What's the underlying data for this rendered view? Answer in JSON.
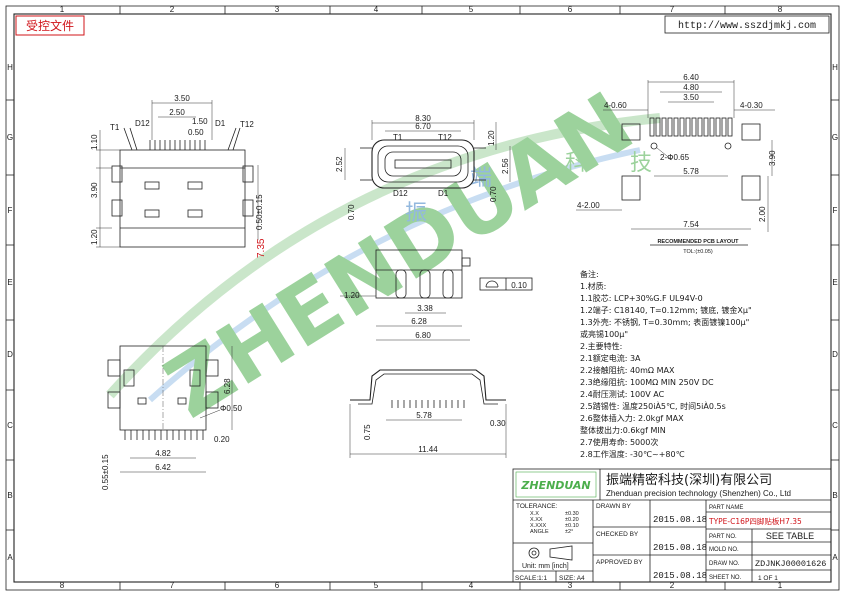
{
  "header": {
    "stamp": "受控文件",
    "url": "http://www.sszdjmkj.com"
  },
  "grid": {
    "top": [
      "1",
      "2",
      "3",
      "4",
      "5",
      "6",
      "7",
      "8"
    ],
    "bottom": [
      "8",
      "7",
      "6",
      "5",
      "4",
      "3",
      "2",
      "1"
    ],
    "left": [
      "H",
      "G",
      "F",
      "E",
      "D",
      "C",
      "B",
      "A"
    ],
    "right": [
      "H",
      "G",
      "F",
      "E",
      "D",
      "C",
      "B",
      "A"
    ]
  },
  "watermark": {
    "text": "ZHENDUAN",
    "cn": [
      "振",
      "端",
      "科",
      "技"
    ]
  },
  "side_view": {
    "dims": {
      "d350": "3.50",
      "d250": "2.50",
      "d150": "1.50",
      "d050": "0.50",
      "d110": "1.10",
      "d390": "3.90",
      "d120": "1.20",
      "d050b": "0.50±0.15",
      "d735": "7.35"
    },
    "labels": {
      "t1": "T1",
      "d12": "D12",
      "d1": "D1",
      "t12": "T12"
    }
  },
  "front_view": {
    "dims": {
      "d830": "8.30",
      "d670": "6.70",
      "d252": "2.52",
      "d120": "1.20",
      "d256": "2.56",
      "d070a": "0.70",
      "d070b": "0.70"
    },
    "labels": {
      "t1": "T1",
      "t12": "T12",
      "d12": "D12",
      "d1": "D1"
    }
  },
  "pcb_layout": {
    "dims": {
      "d640": "6.40",
      "d480": "4.80",
      "d350": "3.50",
      "d060": "4-0.60",
      "d030": "4-0.30",
      "d065": "2-Φ0.65",
      "d578": "5.78",
      "d390": "3.90",
      "d200a": "4-2.00",
      "d754": "7.54",
      "d200b": "2.00"
    },
    "title": "RECOMMENDED PCB LAYOUT",
    "tol": "TOL:(±0.05)"
  },
  "top_section": {
    "dims": {
      "d120": "1.20",
      "d338": "3.38",
      "d628": "6.28",
      "d680": "6.80",
      "flat": "0.10"
    }
  },
  "bottom_view": {
    "dims": {
      "d628": "6.28",
      "d050": "Φ0.50",
      "d020": "0.20",
      "d482": "4.82",
      "d642": "6.42",
      "d055": "0.55±0.15"
    }
  },
  "profile_view": {
    "dims": {
      "d578": "5.78",
      "d030": "0.30",
      "d075": "0.75",
      "d1144": "11.44"
    }
  },
  "notes": {
    "heading": "备注:",
    "lines": [
      "1.材质:",
      "1.1胶芯: LCP+30%G.F UL94V-0",
      "1.2端子: C18140, T=0.12mm; 镀底, 镀金Xμ\"",
      "1.3外壳: 不锈钢, T=0.30mm; 表面镀镍100μ\"",
      "      或亮锡100μ\"",
      "2.主要特性:",
      "2.1额定电流: 3A",
      "2.2接触阻抗: 40mΩ MAX",
      "2.3绝缘阻抗: 100MΩ MIN 250V DC",
      "2.4耐压测试: 100V AC",
      "2.5踏锡性: 温度250iÀ5℃, 时间5iÀ0.5s",
      "2.6整体插入力: 2.0kgf MAX",
      "      整体拔出力:0.6kgf MIN",
      "2.7使用寿命: 5000次",
      "2.8工作温度: -30℃~+80℃"
    ]
  },
  "title_block": {
    "logo": "ZHENDUAN",
    "company_cn": "振端精密科技(深圳)有限公司",
    "company_en": "Zhenduan precision technology (Shenzhen) Co., Ltd",
    "tolerance_label": "TOLERANCE:",
    "tol_rows": [
      {
        "k": "X.X",
        "v": "±0.30"
      },
      {
        "k": "X.XX",
        "v": "±0.20"
      },
      {
        "k": "X.XXX",
        "v": "±0.10"
      },
      {
        "k": "ANGLE",
        "v": "±2°"
      }
    ],
    "unit": "Unit:  mm [inch]",
    "scale": "SCALE:1:1",
    "size": "SIZE: A4",
    "drawn_by": "DRAWN BY",
    "checked_by": "CHECKED BY",
    "approved_by": "APPROVED BY",
    "date1": "2015.08.18",
    "date2": "2015.08.18",
    "date3": "2015.08.18",
    "part_name_label": "PART NAME",
    "part_name": "TYPE-C16P四脚贴板H7.35",
    "part_no_label": "PART NO.",
    "part_no": "SEE TABLE",
    "mold_no_label": "MOLD NO.",
    "draw_no_label": "DRAW NO.",
    "draw_no": "ZDJNKJ00001626",
    "sheet_no_label": "SHEET NO.",
    "sheet_no": "1 OF 1"
  },
  "colors": {
    "stamp": "#d0141a",
    "watermark_green": "#4cae4c",
    "watermark_blue": "#3b7fc4",
    "line": "#222222"
  }
}
